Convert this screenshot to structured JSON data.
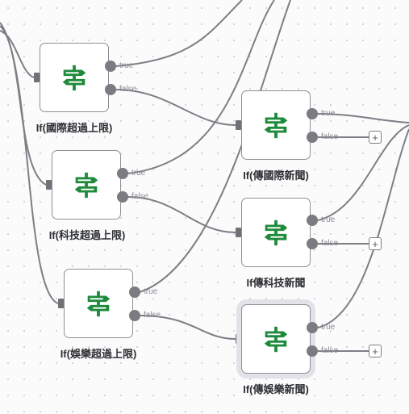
{
  "nodes": [
    {
      "label": "If(國際超過上限)"
    },
    {
      "label": "If(科技超過上限)"
    },
    {
      "label": "If(娛樂超過上限)"
    },
    {
      "label": "If(傳國際新聞)"
    },
    {
      "label": "If傳科技新聞"
    },
    {
      "label": "If(傳娛樂新聞)"
    }
  ],
  "ports": {
    "true_label": "true",
    "false_label": "false"
  },
  "add_symbol": "+",
  "colors": {
    "icon_green": "#1e8a3c",
    "wire": "#7d7f85",
    "node_border": "#8d9096"
  },
  "icons": {
    "node_icon": "signpost-icon"
  }
}
